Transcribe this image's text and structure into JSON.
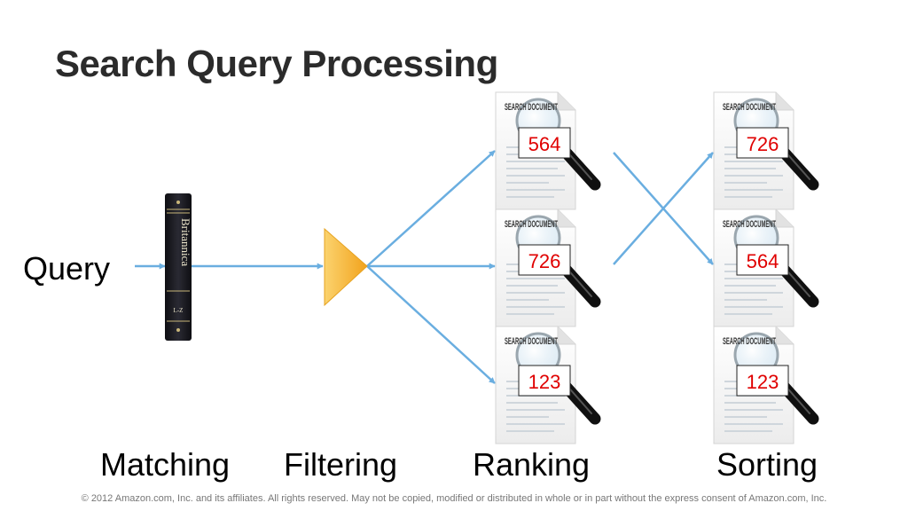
{
  "slide": {
    "title": "Search Query Processing",
    "query_label": "Query",
    "stages": {
      "matching": "Matching",
      "filtering": "Filtering",
      "ranking": "Ranking",
      "sorting": "Sorting"
    },
    "book": {
      "title": "Britannica",
      "volume": "L-Z"
    },
    "document_header": "SEARCH DOCUMENT",
    "ranking_docs": [
      "564",
      "726",
      "123"
    ],
    "sorting_docs": [
      "726",
      "564",
      "123"
    ],
    "footer": "© 2012 Amazon.com, Inc. and its affiliates.  All rights reserved.  May not be copied, modified or distributed in whole or in part without the express consent of Amazon.com, Inc."
  },
  "colors": {
    "arrow": "#6aaee0",
    "triangle": "#f7b733",
    "doc_number": "#e00000",
    "book": "#1c1c22"
  },
  "icons": [
    "book-icon",
    "filter-triangle-icon",
    "document-icon",
    "magnifier-icon"
  ]
}
